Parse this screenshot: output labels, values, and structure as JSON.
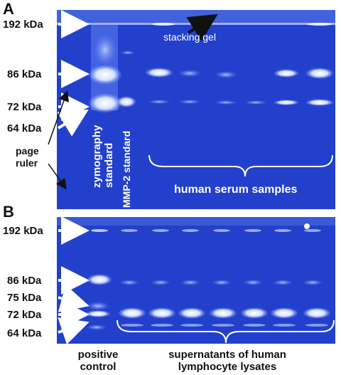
{
  "panel_a": {
    "letter": "A",
    "markers": [
      "192 kDa",
      "86 kDa",
      "72 kDa",
      "64 kDa"
    ],
    "page_ruler_label": "page ruler",
    "lane_labels": [
      "zymography standard",
      "MMP-2 standard"
    ],
    "stacking_gel_label": "stacking gel",
    "group_label": "human serum samples"
  },
  "panel_b": {
    "letter": "B",
    "markers": [
      "192 kDa",
      "86 kDa",
      "75 kDa",
      "72 kDa",
      "64 kDa"
    ],
    "positive_control_label": "positive control",
    "group_label": "supernatants of human lymphocyte lysates"
  },
  "colors": {
    "gel": "#1f3cc8",
    "gel_dark": "#1530b0",
    "band": "#e8f0ff",
    "arrow": "#ffffff"
  }
}
